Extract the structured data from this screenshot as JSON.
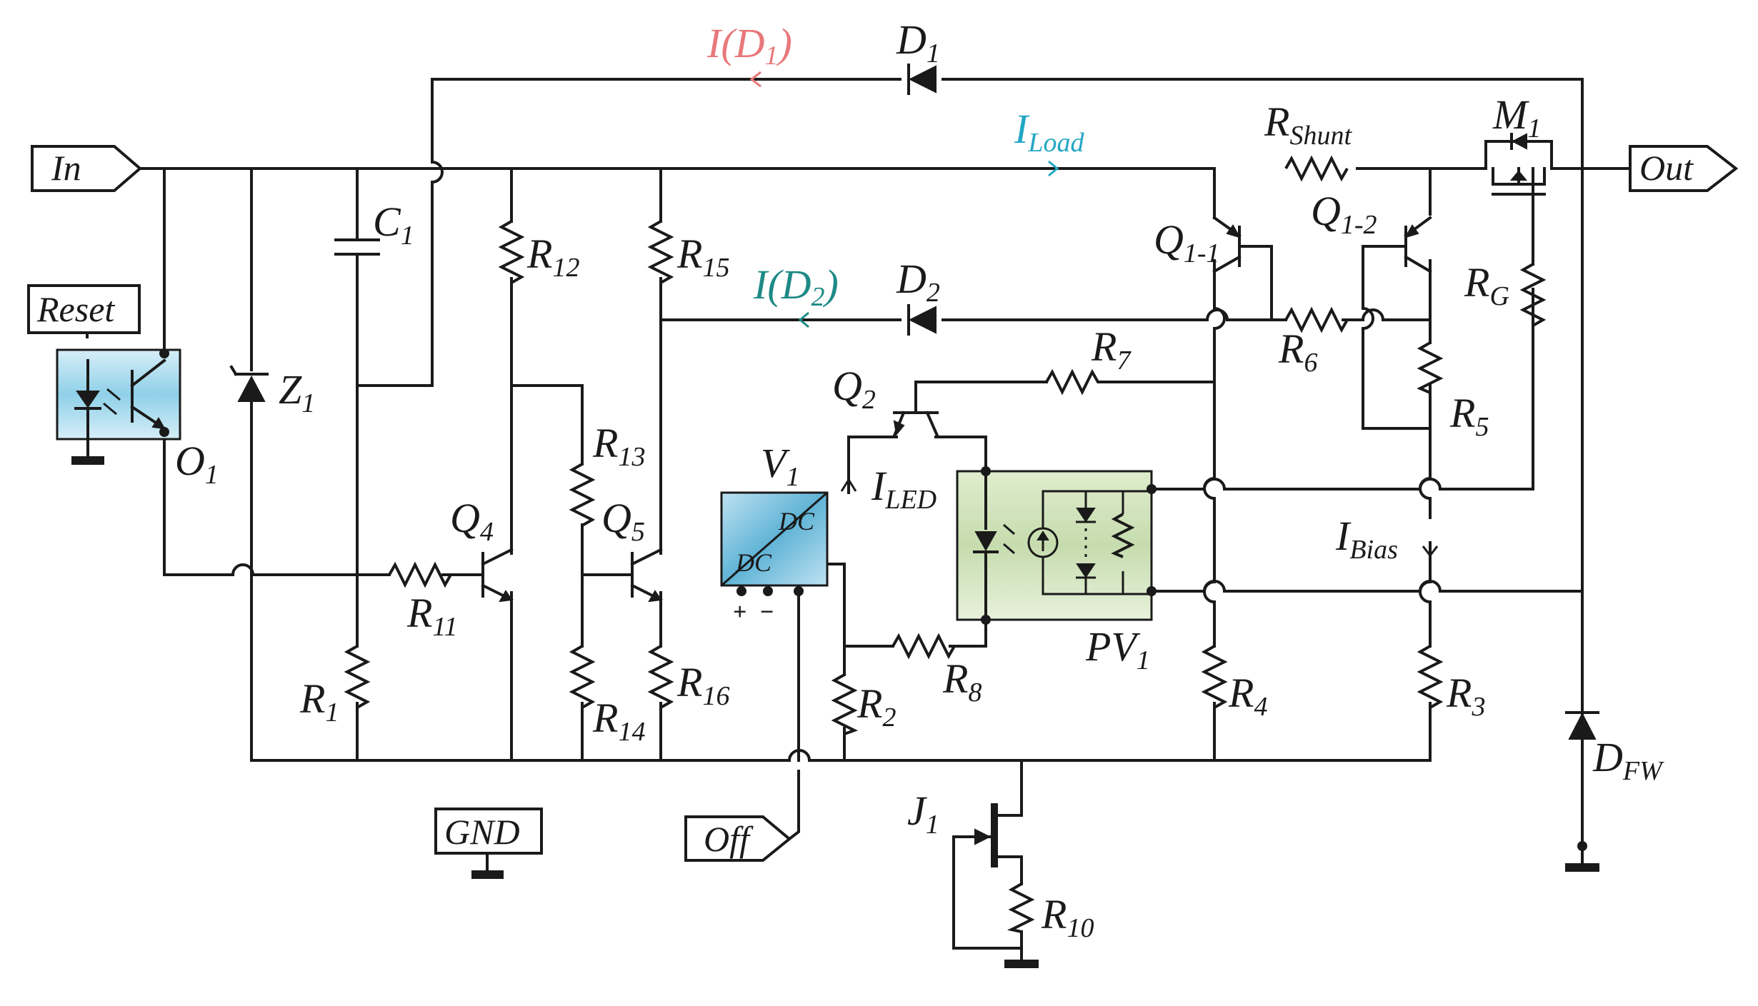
{
  "colors": {
    "wire": "#1a1a1a",
    "current_d1": "#e8787a",
    "current_load": "#22a7c4",
    "current_d2": "#1e8a86",
    "optocoupler_fill": "#8fd0e8",
    "converter_fill": "#5fb3d6",
    "pv_fill": "#c6dcae"
  },
  "ports": {
    "in": "In",
    "out": "Out",
    "reset": "Reset",
    "gnd": "GND",
    "off": "Off"
  },
  "labels": {
    "i_d1": {
      "main": "I(D",
      "sub": "1",
      "tail": ")"
    },
    "d1": {
      "main": "D",
      "sub": "1"
    },
    "i_load": {
      "main": "I",
      "sub": "Load"
    },
    "r_shunt": {
      "main": "R",
      "sub": "Shunt"
    },
    "m1": {
      "main": "M",
      "sub": "1"
    },
    "c1": {
      "main": "C",
      "sub": "1"
    },
    "r12": {
      "main": "R",
      "sub": "12"
    },
    "r15": {
      "main": "R",
      "sub": "15"
    },
    "q1_1": {
      "main": "Q",
      "sub": "1-1"
    },
    "q1_2": {
      "main": "Q",
      "sub": "1-2"
    },
    "rg": {
      "main": "R",
      "sub": "G"
    },
    "i_d2": {
      "main": "I(D",
      "sub": "2",
      "tail": ")"
    },
    "d2": {
      "main": "D",
      "sub": "2"
    },
    "r6": {
      "main": "R",
      "sub": "6"
    },
    "z1": {
      "main": "Z",
      "sub": "1"
    },
    "r7": {
      "main": "R",
      "sub": "7"
    },
    "q2": {
      "main": "Q",
      "sub": "2"
    },
    "r5": {
      "main": "R",
      "sub": "5"
    },
    "o1": {
      "main": "O",
      "sub": "1"
    },
    "r13": {
      "main": "R",
      "sub": "13"
    },
    "v1": {
      "main": "V",
      "sub": "1"
    },
    "i_led": {
      "main": "I",
      "sub": "LED"
    },
    "q4": {
      "main": "Q",
      "sub": "4"
    },
    "q5": {
      "main": "Q",
      "sub": "5"
    },
    "i_bias": {
      "main": "I",
      "sub": "Bias"
    },
    "r11": {
      "main": "R",
      "sub": "11"
    },
    "pv1": {
      "main": "PV",
      "sub": "1"
    },
    "r8": {
      "main": "R",
      "sub": "8"
    },
    "r1": {
      "main": "R",
      "sub": "1"
    },
    "r16": {
      "main": "R",
      "sub": "16"
    },
    "r14": {
      "main": "R",
      "sub": "14"
    },
    "r2": {
      "main": "R",
      "sub": "2"
    },
    "r4": {
      "main": "R",
      "sub": "4"
    },
    "r3": {
      "main": "R",
      "sub": "3"
    },
    "d_fw": {
      "main": "D",
      "sub": "FW"
    },
    "j1": {
      "main": "J",
      "sub": "1"
    },
    "r10": {
      "main": "R",
      "sub": "10"
    }
  },
  "converter": {
    "top": "DC",
    "bottom": "DC",
    "plus": "+",
    "minus": "−"
  }
}
